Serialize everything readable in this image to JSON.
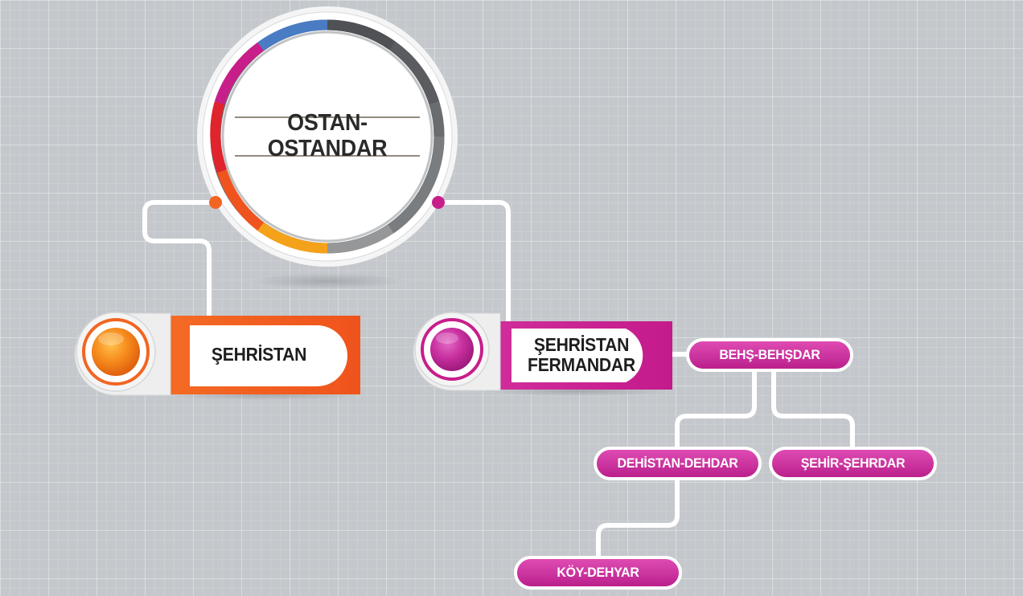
{
  "center_node": {
    "label": "OSTAN-OSTANDAR"
  },
  "left_card": {
    "label": "ŞEHRİSTAN",
    "color": "#f0571f"
  },
  "right_card": {
    "label_line1": "ŞEHRİSTAN",
    "label_line2": "FERMANDAR",
    "color": "#cc1e94"
  },
  "pills": {
    "behs": "BEHŞ-BEHŞDAR",
    "dehistan": "DEHİSTAN-DEHDAR",
    "sehir": "ŞEHİR-ŞEHRDAR",
    "koy": "KÖY-DEHYAR"
  },
  "colors": {
    "connector": "#ffffff",
    "pill_fill": "#cc2f9c",
    "orange_accent": "#f26522",
    "magenta_accent": "#c81e8a",
    "ring_blue": "#4a7cc4",
    "ring_dark": "#4f5154",
    "ring_red": "#e0242e",
    "ring_yellow": "#f5a21b"
  }
}
